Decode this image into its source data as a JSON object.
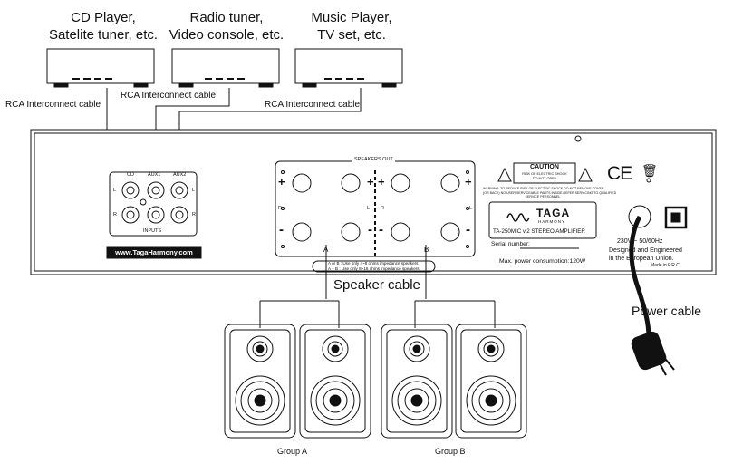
{
  "sources": [
    {
      "line1": "CD Player,",
      "line2": "Satelite tuner, etc."
    },
    {
      "line1": "Radio tuner,",
      "line2": "Video console, etc."
    },
    {
      "line1": "Music Player,",
      "line2": "TV set, etc."
    }
  ],
  "cables": {
    "rca_left": "RCA Interconnect cable",
    "rca_mid": "RCA Interconnect cable",
    "rca_right": "RCA Interconnect cable",
    "speaker": "Speaker cable",
    "power": "Power cable"
  },
  "inputs_panel": {
    "cd": "CD",
    "aux1": "AUX1",
    "aux2": "AUX2",
    "left": "L",
    "right": "R",
    "inputs": "INPUTS",
    "website": "www.TagaHarmony.com"
  },
  "speakers_out": {
    "title": "SPEAKERS OUT",
    "plus": "+",
    "minus": "-",
    "r": "R",
    "l": "L",
    "a": "A",
    "b": "B",
    "impedance_line1": "A or B : Use only 4~8 ohms impedance speakers",
    "impedance_line2": "A + B : Use only 8~16 ohms impedance speakers"
  },
  "caution": {
    "title": "CAUTION",
    "sub1": "RISK OF ELECTRIC SHOCK",
    "sub2": "DO NOT OPEN",
    "warning1": "WARNING: TO REDUCE RISK OF ELECTRIC SHOCK DO NOT REMOVE COVER",
    "warning2": "(OR BACK) NO USER SERVICEABLE PARTS INSIDE.REFER SERVICING TO QUALIFIED",
    "warning3": "SERVICE PERSONNEL"
  },
  "brand": {
    "logo": "TAGA",
    "logo_sub": "HARMONY",
    "model": "TA-250MIC v.2 STEREO AMPLIFIER",
    "serial": "Serial number:",
    "power_consumption": "Max. power consumption:120W",
    "voltage": "230V ~ 50/60Hz",
    "designed1": "Designed and Engineered",
    "designed2": "in the European Union.",
    "made_in": "Made in P.R.C",
    "ce": "CE"
  },
  "groups": {
    "a": "Group A",
    "b": "Group B"
  }
}
